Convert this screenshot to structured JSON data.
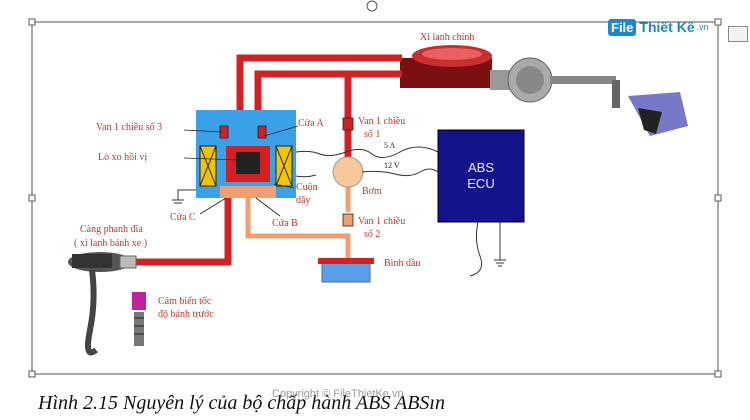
{
  "logo": {
    "box": "File",
    "text": "Thiết Kế",
    "suffix": ".vn"
  },
  "labels": {
    "master_cylinder": "Xi lanh chính",
    "check_valve_3": "Van 1 chiều số 3",
    "port_a": "Cửa A",
    "check_valve_1_line1": "Van 1 chiều",
    "check_valve_1_line2": "số 1",
    "return_spring": "Lò xo hồi vị",
    "coil_line1": "Cuộn",
    "coil_line2": "dây",
    "port_c": "Cửa C",
    "port_b": "Cửa B",
    "pump": "Bơm",
    "check_valve_2_line1": "Van 1 chiều",
    "check_valve_2_line2": "số 2",
    "reservoir": "Bình dầu",
    "caliper_line1": "Càng phanh đĩa",
    "caliper_line2": "( xi lanh bánh xe )",
    "speed_sensor_line1": "Cảm biến tốc",
    "speed_sensor_line2": "độ bánh trước",
    "current_5a": "5 A",
    "voltage_12v": "12 V",
    "ecu_line1": "ABS",
    "ecu_line2": "ECU"
  },
  "caption": "Hình 2.15 Nguyên lý của bộ chấp hành ABS  ABSın",
  "watermark": "Copyright © FileThietKe.vn",
  "colors": {
    "brake_line": "#d42020",
    "valve_body": "#3aa0e8",
    "coil": "#f0c400",
    "ecu": "#14148a",
    "pump": "#f7c89a",
    "fluid": "#5aa0e8",
    "sensor": "#c0229a"
  }
}
